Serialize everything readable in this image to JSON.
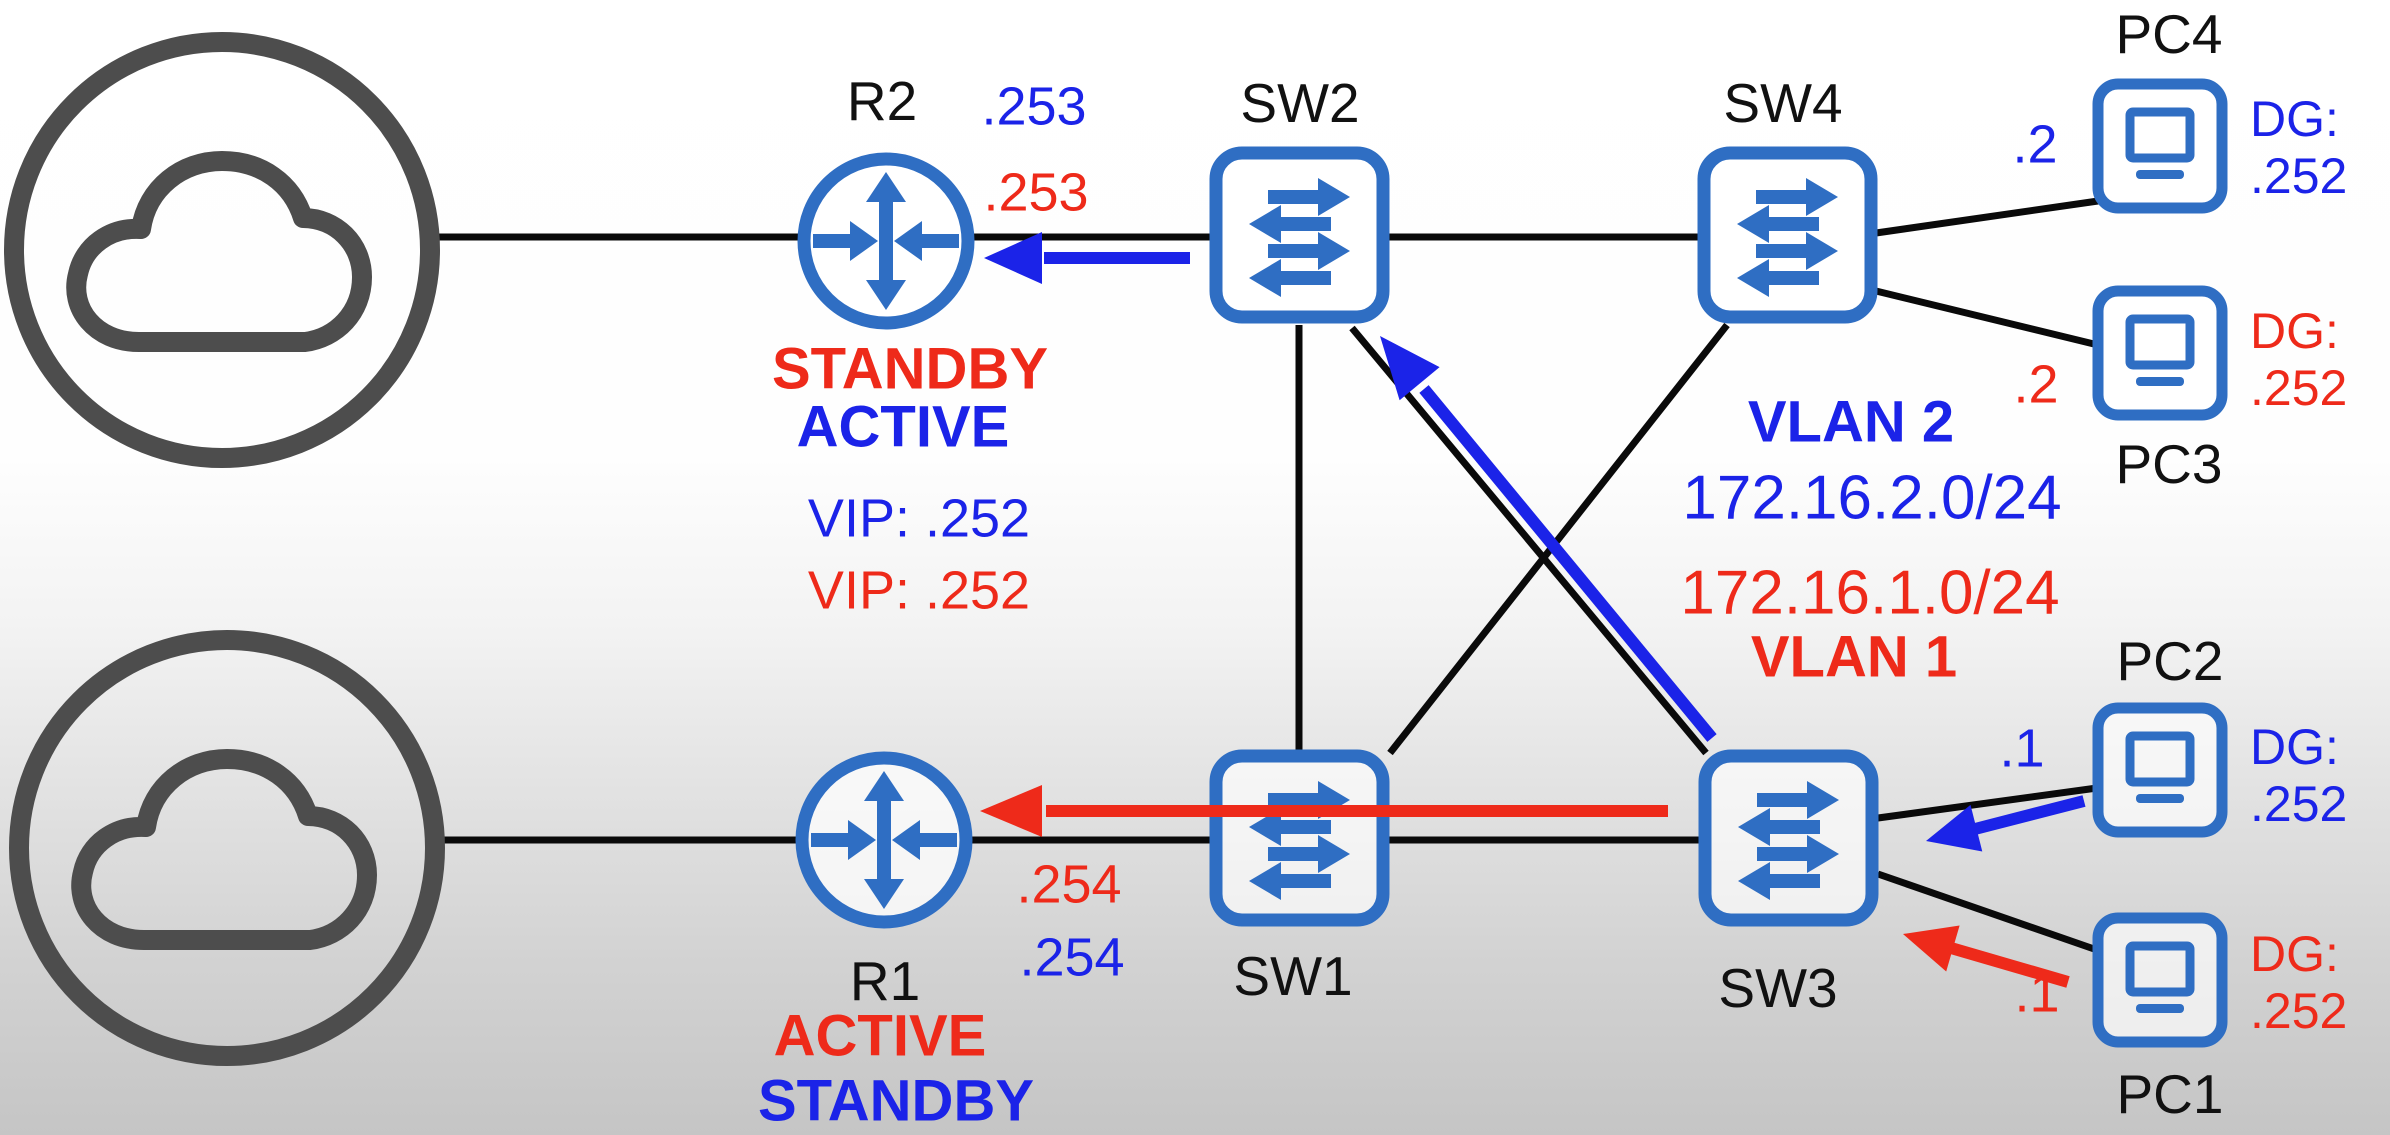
{
  "diagram_type": "network-topology",
  "colors": {
    "accent_blue": "#1b23e8",
    "accent_red": "#ee2a1a",
    "cisco_icon_blue": "#2f6ec3",
    "cloud_gray": "#4d4d4d",
    "link_black": "#0a0a0a"
  },
  "icons": {
    "cloud": "cloud-in-circle-icon",
    "router": "router-crossed-arrows-icon",
    "switch": "switch-double-arrows-icon",
    "pc": "desktop-monitor-icon",
    "arrow": "traffic-flow-arrow"
  },
  "nodes": {
    "r2": {
      "label": "R2",
      "ip_blue": ".253",
      "ip_red": ".253",
      "role_red": "STANDBY",
      "role_blue": "ACTIVE",
      "vip_blue": "VIP: .252",
      "vip_red": "VIP: .252"
    },
    "r1": {
      "label": "R1",
      "ip_red": ".254",
      "ip_blue": ".254",
      "role_red": "ACTIVE",
      "role_blue": "STANDBY"
    },
    "sw1": {
      "label": "SW1"
    },
    "sw2": {
      "label": "SW2"
    },
    "sw3": {
      "label": "SW3"
    },
    "sw4": {
      "label": "SW4"
    },
    "pc1": {
      "label": "PC1",
      "ip": ".1",
      "dg_label": "DG:",
      "dg_value": ".252"
    },
    "pc2": {
      "label": "PC2",
      "ip": ".1",
      "dg_label": "DG:",
      "dg_value": ".252"
    },
    "pc3": {
      "label": "PC3",
      "ip": ".2",
      "dg_label": "DG:",
      "dg_value": ".252"
    },
    "pc4": {
      "label": "PC4",
      "ip": ".2",
      "dg_label": "DG:",
      "dg_value": ".252"
    }
  },
  "vlans": {
    "vlan2": {
      "name": "VLAN 2",
      "subnet": "172.16.2.0/24"
    },
    "vlan1": {
      "name": "VLAN 1",
      "subnet": "172.16.1.0/24"
    }
  }
}
